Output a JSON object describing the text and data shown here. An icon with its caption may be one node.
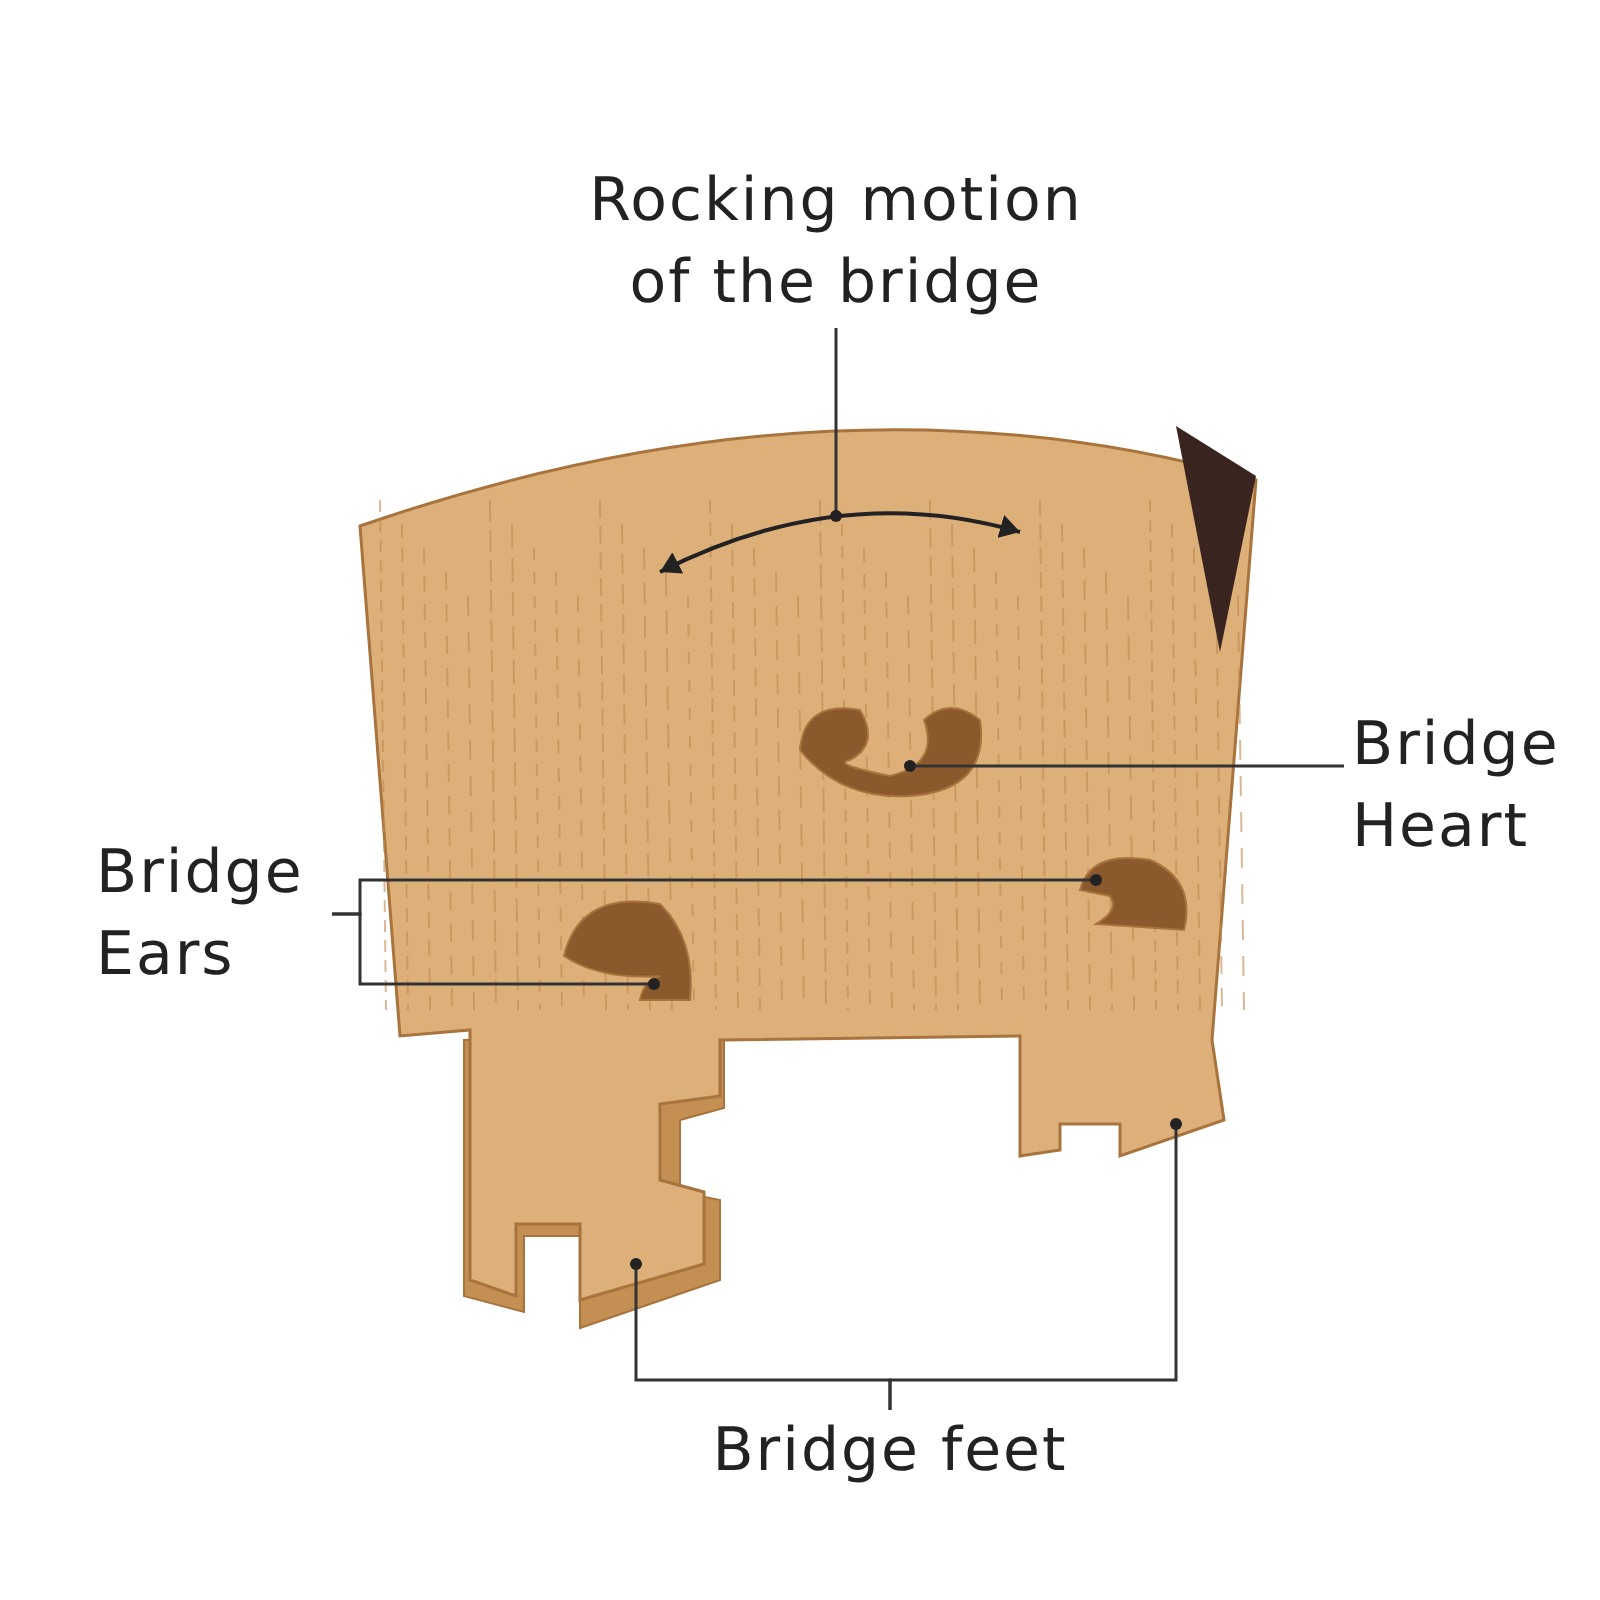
{
  "diagram": {
    "nodes": [
      {
        "text": [
          "Rocking motion of the bridge"
        ]
      },
      {
        "text": [
          "Bridge Heart"
        ]
      },
      {
        "text": [
          "Bridge Ears"
        ]
      },
      {
        "text": [
          "Bridge feet"
        ]
      }
    ],
    "edges": [
      {
        "from": 0,
        "to": null,
        "arrow": "other"
      },
      {
        "from": 1,
        "to": null,
        "arrow": "other"
      },
      {
        "from": 2,
        "to": null,
        "arrow": "other"
      },
      {
        "from": 2,
        "to": null,
        "arrow": "other"
      },
      {
        "from": 3,
        "to": null,
        "arrow": "other"
      },
      {
        "from": 3,
        "to": null,
        "arrow": "other"
      }
    ]
  }
}
